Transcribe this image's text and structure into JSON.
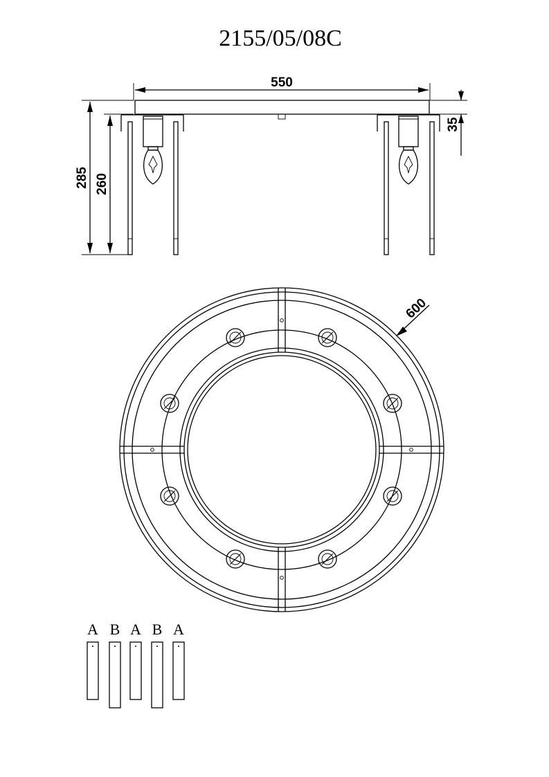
{
  "title": "2155/05/08C",
  "dimensions": {
    "width": "550",
    "canopy_height": "35",
    "total_height": "285",
    "body_height": "260",
    "diameter": "600"
  },
  "rods": [
    {
      "label": "A"
    },
    {
      "label": "B"
    },
    {
      "label": "A"
    },
    {
      "label": "B"
    },
    {
      "label": "A"
    }
  ]
}
